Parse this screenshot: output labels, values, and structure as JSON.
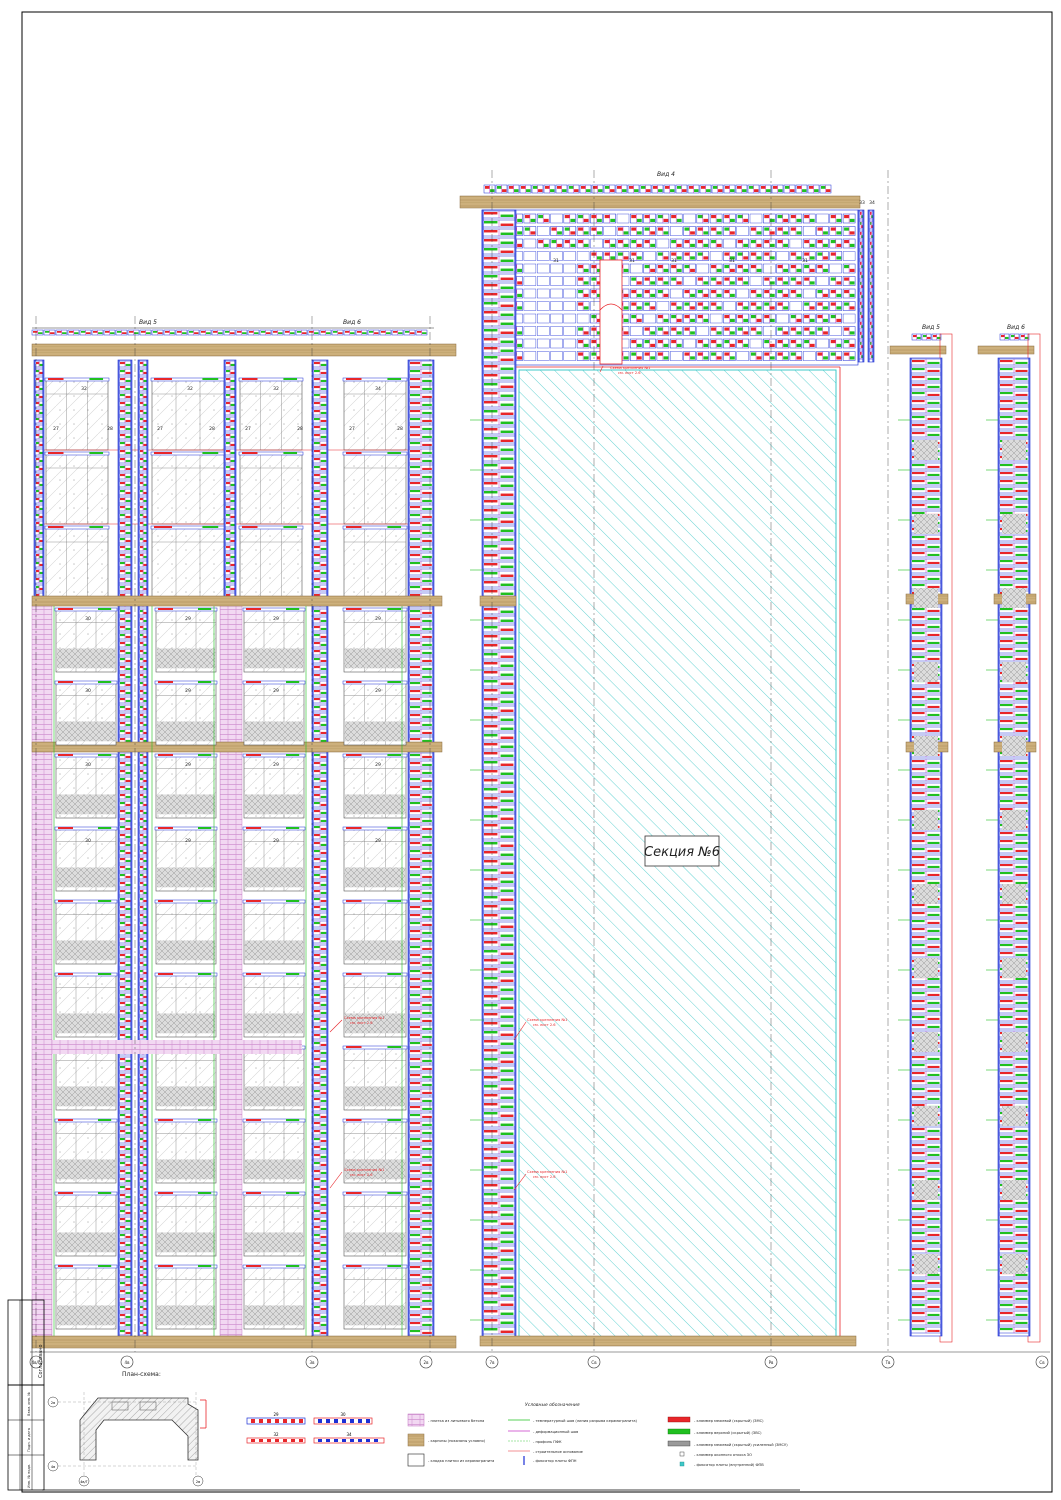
{
  "views": {
    "v4": "Вид 4",
    "v5a": "Вид 5",
    "v6a": "Вид 6",
    "v5b": "Вид 5",
    "v6b": "Вид 6"
  },
  "section_label": "Секция №6",
  "callouts": {
    "c1_title": "Схема крепления №1",
    "c1_sub": "см. лист 2.6",
    "c2_title": "Схема крепления №1",
    "c2_sub": "см. лист 2.6",
    "c3_title": "Схема крепления №1",
    "c3_sub": "см. лист 2.6",
    "c4_title": "Схема крепления №1",
    "c4_sub": "см. лист 2.6",
    "c5_title": "Схема крепления №1",
    "c5_sub": "см. лист 2.6"
  },
  "axes": {
    "a1": "4в/Г",
    "a2": "4в",
    "a3": "3в",
    "a4": "2в",
    "a5": "7в",
    "a6": "Св",
    "a7": "Рв",
    "a8": "Тв",
    "a9": "Св"
  },
  "panel_tags": {
    "t27": "27",
    "t28": "28",
    "t29": "29",
    "t30": "30",
    "t31": "31",
    "t32": "32",
    "t33": "33",
    "t34": "34"
  },
  "plan": {
    "title": "План-схема:",
    "labels": [
      "2в",
      "4в",
      "4в/Г",
      "2в"
    ]
  },
  "legend": {
    "title": "Условные обозначения",
    "sample_tags": [
      "29",
      "30",
      "32",
      "34"
    ],
    "middle": [
      "- плитка из литьевого бетона",
      "- карнизы (показаны условно)",
      "- кладка плитки из керамогранита"
    ],
    "lines": [
      "- температурный шов (линия разрыва керамогранита)",
      "- деформационный шов",
      "- профиль ПФК",
      "- строительное основание",
      "- фиксатор плиты ФПН"
    ],
    "clips": [
      "- кляммер межевой (скрытый) (ЗМС)",
      "- кляммер верхний (скрытый) (ЗВС)",
      "- кляммер межевой (скрытый) усиленный (ЗМСУ)",
      "- кляммер оконного откоса ЗО",
      "- фиксатор плиты (внутренний) ФПВ"
    ]
  },
  "stamp": {
    "s1": "Согласовано",
    "s2": "Взам. инв. №",
    "s3": "Подп. и дата",
    "s4": "Инв. № подл."
  },
  "colors": {
    "red": "#e8262a",
    "green": "#20c020",
    "blue": "#1c2fd6",
    "purple": "#c838c8",
    "brown": "#c9a873",
    "cyan": "#3fc8c8",
    "gray": "#9a9a9a",
    "pink": "#e49ae4"
  }
}
